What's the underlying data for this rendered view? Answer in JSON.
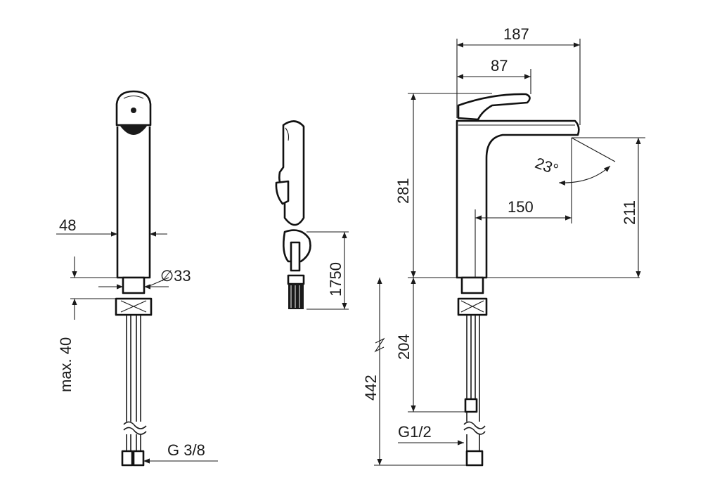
{
  "diagram": {
    "labels": {
      "width_overall": "187",
      "width_handle": "87",
      "height_total": "281",
      "spout_reach": "150",
      "spout_height": "211",
      "spout_angle": "23°",
      "body_width": "48",
      "diameter": "∅33",
      "max_thickness": "max. 40",
      "shower_hose": "1750",
      "connector_left": "G 3/8",
      "connector_right": "G1/2",
      "supply_length": "442",
      "under_length": "204"
    }
  }
}
